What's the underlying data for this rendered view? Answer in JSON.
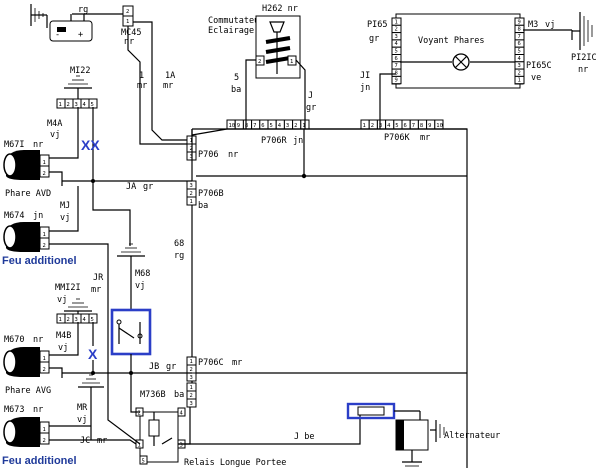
{
  "labels": {
    "rg": "rg",
    "mc45": "MC45",
    "mc45_color": "nr",
    "h262": "H262 nr",
    "commutateur": "Commutateur",
    "eclairage": "Eclairage",
    "pi65": "PI65",
    "pi65_color": "gr",
    "m3": "M3",
    "m3_color": "vj",
    "pi21c": "PI2IC",
    "pi21c_color": "nr",
    "pi65c": "PI65C",
    "pi65c_color": "ve",
    "voyant": "Voyant Phares",
    "w1": "1",
    "w1_color": "mr",
    "w1a": "1A",
    "w1a_color": "mr",
    "w5": "5",
    "w5_color": "ba",
    "wj": "J",
    "wj_color": "gr",
    "wji": "JI",
    "wji_color": "jn",
    "mi22": "MI22",
    "m4a": "M4A",
    "m4a_color": "vj",
    "m671": "M67I",
    "m671_color": "nr",
    "phare_avd": "Phare AVD",
    "p706": "P706",
    "p706_color": "nr",
    "p706r": "P706R",
    "p706r_color": "jn",
    "p706k": "P706K",
    "p706k_color": "mr",
    "ja": "JA",
    "ja_color": "gr",
    "p706b": "P706B",
    "p706b_color": "ba",
    "mj": "MJ",
    "mj_color": "vj",
    "m674": "M674",
    "m674_color": "jn",
    "feu1": "Feu additionel",
    "w68": "68",
    "w68_color": "rg",
    "jr": "JR",
    "jr_color": "mr",
    "m68": "M68",
    "m68_color": "vj",
    "mmi21": "MMI2I",
    "mmi21_color": "vj",
    "m4b": "M4B",
    "m4b_color": "vj",
    "m670": "M670",
    "m670_color": "nr",
    "phare_avg": "Phare AVG",
    "jb": "JB",
    "jb_color": "gr",
    "p706c": "P706C",
    "p706c_color": "mr",
    "m736b": "M736B",
    "m736b_color": "ba",
    "mr": "MR",
    "mr_color": "vj",
    "m673": "M673",
    "m673_color": "nr",
    "jc": "JC",
    "jc_color": "mr",
    "feu2": "Feu additionel",
    "relais": "Relais Longue Portee",
    "jbe": "J be",
    "alternateur": "Alternateur",
    "xx": "XX",
    "x": "X"
  },
  "connectors": {
    "mc45_pins": [
      "2",
      "1"
    ],
    "h262_pins": [
      "2",
      "1"
    ],
    "pi65_pins": [
      "1",
      "2",
      "3",
      "4",
      "5",
      "6",
      "7",
      "8",
      "9"
    ],
    "pi65c_pins": [
      "9",
      "8",
      "7",
      "6",
      "5",
      "4",
      "3",
      "2",
      "1"
    ],
    "mi22_pins": [
      "1",
      "2",
      "3",
      "4",
      "5"
    ],
    "mmi21_pins": [
      "1",
      "2",
      "3",
      "4",
      "5"
    ],
    "p706r_pins": [
      "10",
      "9",
      "8",
      "7",
      "6",
      "5",
      "4",
      "3",
      "2",
      "1"
    ],
    "p706k_pins": [
      "1",
      "2",
      "3",
      "4",
      "5",
      "6",
      "7",
      "8",
      "9",
      "10"
    ],
    "p706_pins": [
      "1",
      "2",
      "3"
    ],
    "p706b_pins": [
      "3",
      "2",
      "1"
    ],
    "p706c_pins": [
      "1",
      "2",
      "3"
    ],
    "m736b_pins": [
      "1",
      "2",
      "3"
    ],
    "m671_pins": [
      "1",
      "2"
    ],
    "m674_pins": [
      "1",
      "2"
    ],
    "m670_pins": [
      "1",
      "2"
    ],
    "m673_pins": [
      "1",
      "2"
    ],
    "relais_pins": [
      "1",
      "2",
      "3",
      "4",
      "5"
    ]
  }
}
